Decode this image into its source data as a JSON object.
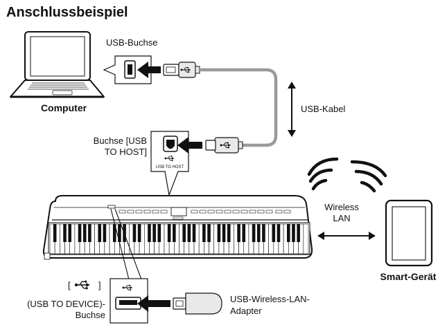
{
  "title": "Anschlussbeispiel",
  "labels": {
    "computer": "Computer",
    "usb_port": "USB-Buchse",
    "usb_cable": "USB-Kabel",
    "usb_to_host_line1": "Buchse [USB",
    "usb_to_host_line2": "TO HOST]",
    "usb_to_host_marking": "USB TO HOST",
    "wireless_line1": "Wireless",
    "wireless_line2": "LAN",
    "smart_device": "Smart-Gerät",
    "usb_to_device_line1": "(USB TO DEVICE)-",
    "usb_to_device_line2": "Buchse",
    "adapter_line1": "USB-Wireless-LAN-",
    "adapter_line2": "Adapter",
    "bracket_open": "[",
    "bracket_close": "]"
  },
  "icons": {
    "computer": "laptop-icon",
    "smart_device": "tablet-icon",
    "instrument": "digital-piano-icon",
    "usb_symbol": "usb-symbol-icon",
    "adapter": "usb-wireless-lan-adapter-icon"
  },
  "colors": {
    "line": "#111111",
    "cable": "#9a9a9a",
    "device_fill": "#e9e9e9",
    "callout_fill": "#ffffff"
  }
}
